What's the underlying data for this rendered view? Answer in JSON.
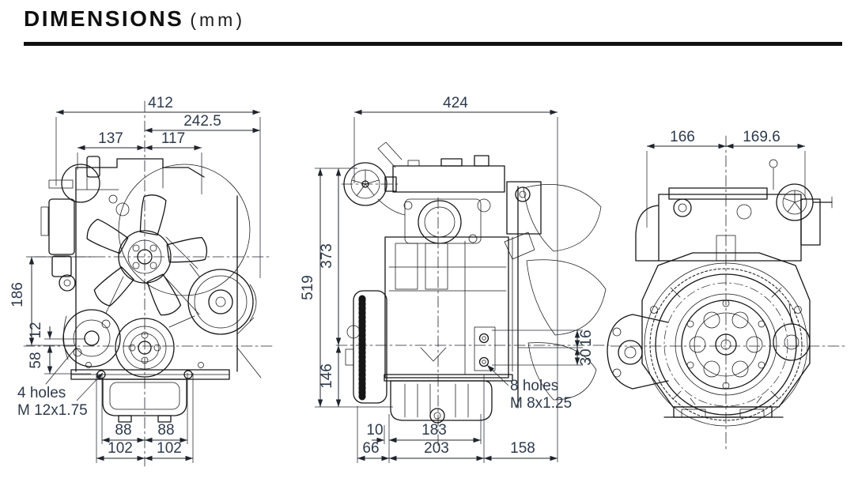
{
  "header": {
    "title": "DIMENSIONS",
    "unit": "(mm)"
  },
  "colors": {
    "drawing_line": "#161616",
    "dimension_text": "#2e3a4c",
    "title": "#101010"
  },
  "dimensions": {
    "front": {
      "total_width": "412",
      "center_to_right": "242.5",
      "upper_left": "137",
      "upper_right": "117",
      "fan_to_crank_height": "186",
      "offset_12": "12",
      "crank_to_mount": "58",
      "mount_inner_left": "88",
      "mount_inner_right": "88",
      "mount_outer_left": "102",
      "mount_outer_right": "102",
      "holes_note": [
        "4 holes",
        "M 12x1.75"
      ]
    },
    "side": {
      "total_width": "424",
      "total_height": "519",
      "crank_to_top": "373",
      "crank_to_bottom": "146",
      "hole_offset_16": "16",
      "hole_offset_30": "30",
      "pan_offset_10": "10",
      "pan_width": "183",
      "front_overhang": "66",
      "block_width": "203",
      "rear_width": "158",
      "holes_note": [
        "8 holes",
        "M 8x1.25"
      ]
    },
    "rear": {
      "center_to_left": "166",
      "center_to_right": "169.6"
    }
  }
}
